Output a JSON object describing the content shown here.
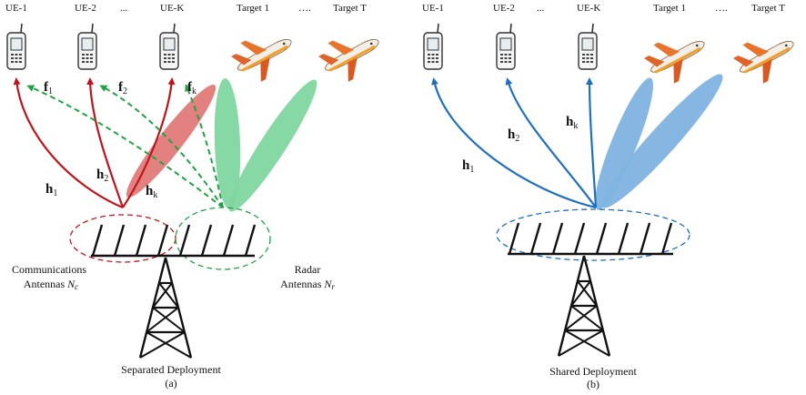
{
  "left": {
    "ue_labels": [
      "UE-1",
      "UE-2",
      "...",
      "UE-K"
    ],
    "target_labels": [
      "Target 1",
      "….",
      "Target T"
    ],
    "comm_channels": [
      "h1",
      "h2",
      "hk"
    ],
    "comm_channel_parts": [
      {
        "b": "h",
        "s": "1"
      },
      {
        "b": "h",
        "s": "2"
      },
      {
        "b": "h",
        "s": "k"
      }
    ],
    "radar_channels": [
      {
        "b": "f",
        "s": "1"
      },
      {
        "b": "f",
        "s": "2"
      },
      {
        "b": "f",
        "s": "k"
      }
    ],
    "comm_antennas": {
      "line1": "Communications",
      "line2": "Antennas",
      "sym": "N",
      "sub": "c"
    },
    "radar_antennas": {
      "line1": "Radar",
      "line2": "Antennas",
      "sym": "N",
      "sub": "r"
    },
    "caption": "Separated Deployment",
    "tag": "(a)"
  },
  "right": {
    "ue_labels": [
      "UE-1",
      "UE-2",
      "...",
      "UE-K"
    ],
    "target_labels": [
      "Target 1",
      "….",
      "Target T"
    ],
    "comm_channel_parts": [
      {
        "b": "h",
        "s": "1"
      },
      {
        "b": "h",
        "s": "2"
      },
      {
        "b": "h",
        "s": "k"
      }
    ],
    "caption": "Shared Deployment",
    "tag": "(b)"
  },
  "colors": {
    "comm": "#c0141c",
    "radar": "#1fa345",
    "shared": "#1f6fbf",
    "beam_red": "#e27a7a",
    "beam_green": "#7fd6a0",
    "beam_blue": "#7fb3e0"
  }
}
